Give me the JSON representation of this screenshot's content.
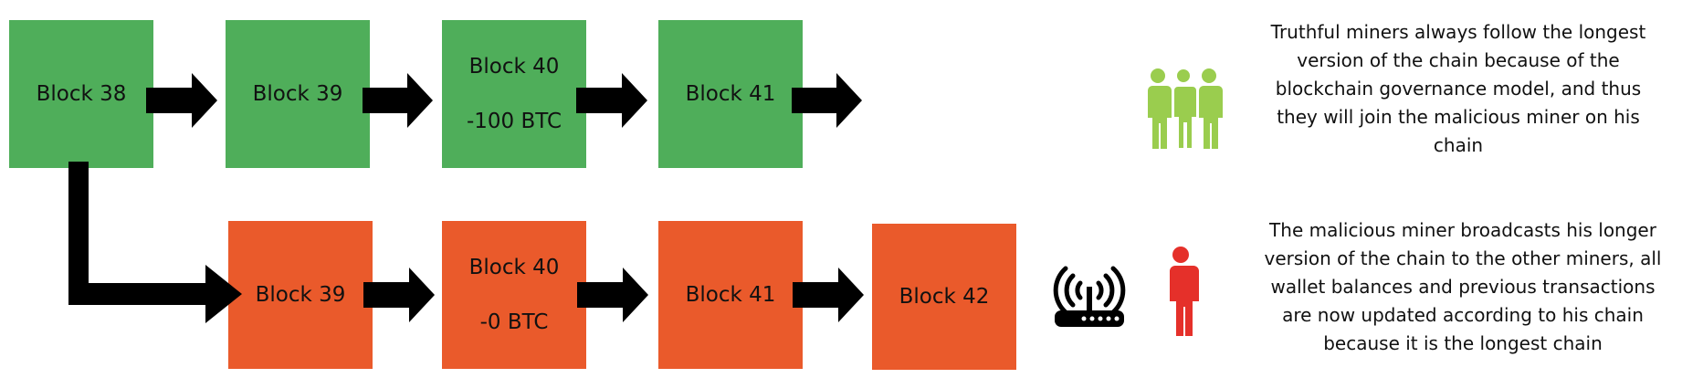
{
  "colors": {
    "honest_chain": "#4fae5a",
    "malicious_chain": "#ea5a2b",
    "honest_miners_icon": "#9acd4e",
    "malicious_miner_icon": "#e5302a",
    "arrows": "#000000"
  },
  "honest_chain": {
    "blocks": [
      {
        "label": "Block 38",
        "value": ""
      },
      {
        "label": "Block 39",
        "value": ""
      },
      {
        "label": "Block 40",
        "value": "-100 BTC"
      },
      {
        "label": "Block 41",
        "value": ""
      }
    ]
  },
  "malicious_chain": {
    "blocks": [
      {
        "label": "Block 39",
        "value": ""
      },
      {
        "label": "Block 40",
        "value": "-0 BTC"
      },
      {
        "label": "Block 41",
        "value": ""
      },
      {
        "label": "Block 42",
        "value": ""
      }
    ]
  },
  "icons": {
    "honest": "miners-group-icon",
    "router": "wifi-router-icon",
    "malicious": "person-icon"
  },
  "notes": {
    "honest_miners": "Truthful miners always follow the longest version of the chain because of the blockchain governance model, and thus they will join the malicious miner on his chain",
    "malicious_miner": "The malicious miner broadcasts his longer version of the chain to the other miners, all wallet balances and previous transactions are now updated according to his chain because it is the longest chain"
  }
}
